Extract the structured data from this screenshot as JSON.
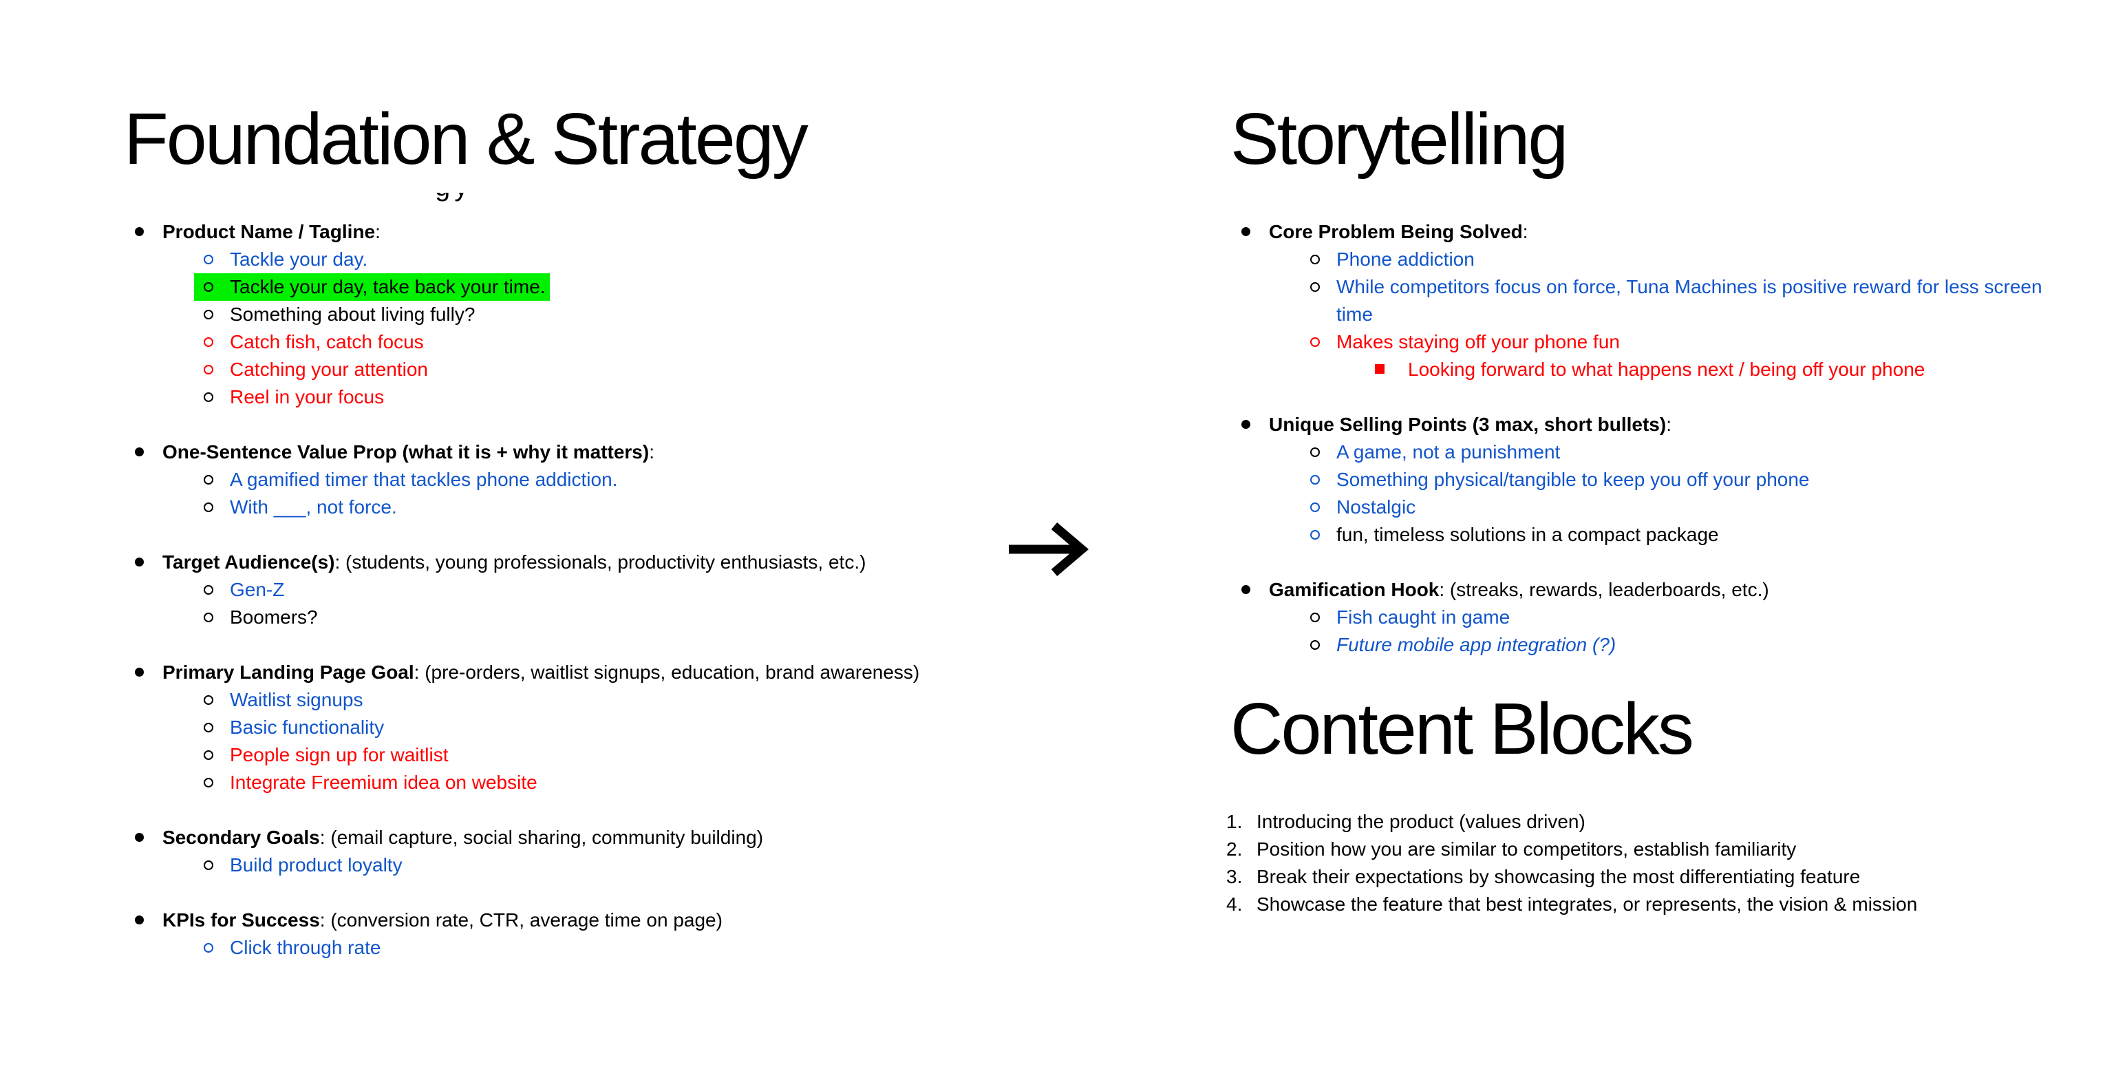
{
  "colors": {
    "black": "#000000",
    "blue": "#1155CC",
    "red": "#FF0000",
    "highlight": "#00F000"
  },
  "left": {
    "title": "Foundation & Strategy",
    "artifact": "gy",
    "sections": [
      {
        "label": "Product Name / Tagline",
        "suffix": ":",
        "items": [
          {
            "text": "Tackle your day.",
            "color": "blue",
            "marker": "blue"
          },
          {
            "text": "Tackle your day, take back your time.",
            "color": "black",
            "marker": "black",
            "highlight": true
          },
          {
            "text": "Something about living fully?",
            "color": "black",
            "marker": "black"
          },
          {
            "text": "Catch fish, catch focus",
            "color": "red",
            "marker": "red"
          },
          {
            "text": "Catching your attention",
            "color": "red",
            "marker": "red"
          },
          {
            "text": "Reel in your focus",
            "color": "red",
            "marker": "black"
          }
        ]
      },
      {
        "label": "One-Sentence Value Prop (what it is + why it matters)",
        "suffix": ":",
        "items": [
          {
            "text": "A gamified timer that tackles phone addiction.",
            "color": "blue",
            "marker": "black"
          },
          {
            "text": "With ___, not force.",
            "color": "blue",
            "marker": "black"
          }
        ]
      },
      {
        "label": "Target Audience(s)",
        "suffix": ": (students, young professionals, productivity enthusiasts, etc.)",
        "items": [
          {
            "text": "Gen-Z",
            "color": "blue",
            "marker": "black"
          },
          {
            "text": "Boomers?",
            "color": "black",
            "marker": "black"
          }
        ]
      },
      {
        "label": "Primary Landing Page Goal",
        "suffix": ": (pre-orders, waitlist signups, education, brand awareness)",
        "items": [
          {
            "text": "Waitlist signups",
            "color": "blue",
            "marker": "black"
          },
          {
            "text": "Basic functionality",
            "color": "blue",
            "marker": "black"
          },
          {
            "text": "People sign up for waitlist",
            "color": "red",
            "marker": "black"
          },
          {
            "text": "Integrate Freemium idea on website",
            "color": "red",
            "marker": "black"
          }
        ]
      },
      {
        "label": "Secondary Goals",
        "suffix": ": (email capture, social sharing, community building)",
        "items": [
          {
            "text": "Build product loyalty",
            "color": "blue",
            "marker": "black"
          }
        ]
      },
      {
        "label": "KPIs for Success",
        "suffix": ": (conversion rate, CTR, average time on page)",
        "items": [
          {
            "text": "Click through rate",
            "color": "blue",
            "marker": "blue"
          }
        ]
      }
    ]
  },
  "arrow": {
    "name": "right-arrow"
  },
  "right": {
    "title": "Storytelling",
    "sections": [
      {
        "label": "Core Problem Being Solved",
        "suffix": ":",
        "items": [
          {
            "text": "Phone addiction",
            "color": "blue",
            "marker": "black"
          },
          {
            "text": "While competitors focus on force, Tuna Machines is positive reward for less screen time",
            "color": "blue",
            "marker": "black"
          },
          {
            "text": "Makes staying off your phone fun",
            "color": "red",
            "marker": "red",
            "sub": [
              {
                "text": "Looking forward to what happens next / being off your phone",
                "color": "red",
                "marker": "red"
              }
            ]
          }
        ]
      },
      {
        "label": "Unique Selling Points (3 max, short bullets)",
        "suffix": ":",
        "items": [
          {
            "text": "A game, not a punishment",
            "color": "blue",
            "marker": "black"
          },
          {
            "text": "Something physical/tangible to keep you off your phone",
            "color": "blue",
            "marker": "blue"
          },
          {
            "text": "Nostalgic",
            "color": "blue",
            "marker": "blue"
          },
          {
            "text": "fun, timeless solutions in a compact package",
            "color": "black",
            "marker": "blue"
          }
        ]
      },
      {
        "label": "Gamification Hook",
        "suffix": ": (streaks, rewards, leaderboards, etc.)",
        "items": [
          {
            "text": "Fish caught in game",
            "color": "blue",
            "marker": "black"
          },
          {
            "text": "Future mobile app integration (?)",
            "color": "blue",
            "marker": "black",
            "italic": true
          }
        ]
      }
    ],
    "content_blocks": {
      "title": "Content Blocks",
      "items": [
        "Introducing the product (values driven)",
        "Position how you are similar to competitors, establish familiarity",
        "Break their expectations by showcasing the most differentiating feature",
        "Showcase the feature that best integrates, or represents, the vision & mission"
      ]
    }
  }
}
